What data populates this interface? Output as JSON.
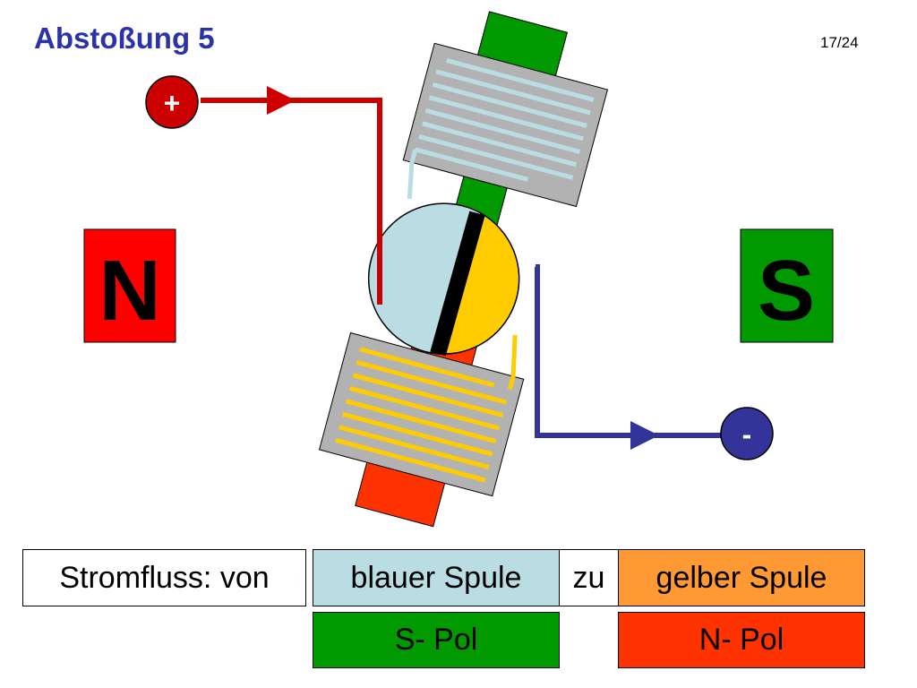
{
  "slide": {
    "title": "Abstoßung 5",
    "page": "17/24"
  },
  "terminals": {
    "plus": "+",
    "minus": "-"
  },
  "magnets": {
    "north": {
      "label": "N",
      "color": "#ff0000"
    },
    "south": {
      "label": "S",
      "color": "#009900"
    }
  },
  "legend": {
    "prefix": "Stromfluss: von",
    "from": "blauer Spule",
    "connector": "zu",
    "to": "gelber Spule",
    "from_pole": "S- Pol",
    "to_pole": "N- Pol"
  },
  "colors": {
    "title": "#2b33a6",
    "plus_wire": "#cc0000",
    "minus_wire": "#333399",
    "blue_coil": "#b9dde2",
    "yellow_coil": "#ffcc00",
    "green_pole": "#009900",
    "red_pole": "#ff3300",
    "orange_label": "#ff9933",
    "coil_body": "#b2b2b2"
  }
}
